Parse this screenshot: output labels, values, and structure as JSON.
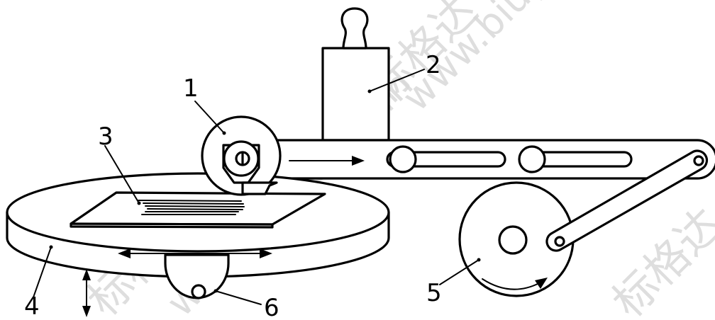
{
  "labels": {
    "l1": "1",
    "l2": "2",
    "l3": "3",
    "l4": "4",
    "l5": "5",
    "l6": "6"
  },
  "watermark": {
    "cn": "标格达仪器",
    "cn_short": "标格达",
    "url": "www.biuged.com",
    "url_part": "www.biug",
    "color": "#d9d9d9"
  }
}
